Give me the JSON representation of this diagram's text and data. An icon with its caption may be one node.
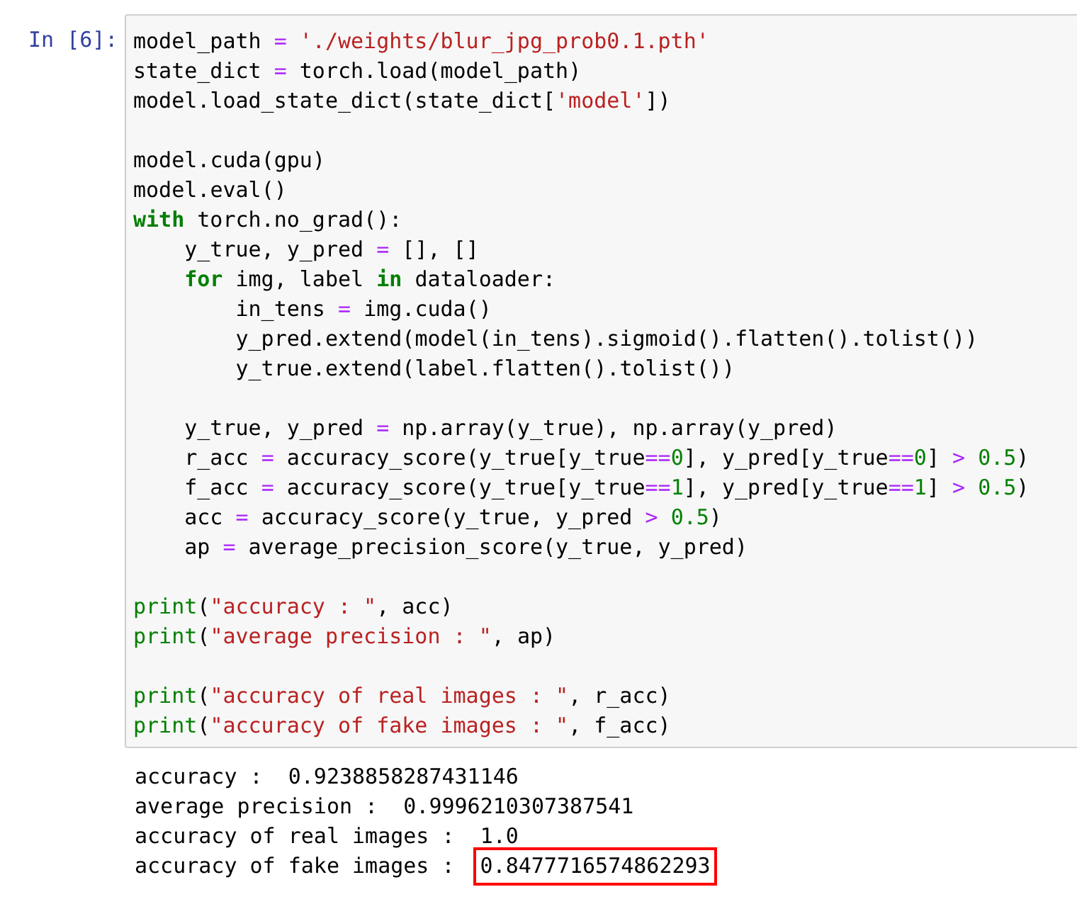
{
  "diagram": {
    "nodes": [
      {
        "text": [
          "model_path = './weights/blur_jpg_prob0.1.pth'",
          "state_dict = torch.load(model_path)",
          "model.load_state_dict(state_dict['model'])",
          "model.cuda(gpu)",
          "model.eval()",
          "with torch.no_grad():",
          "    y_true, y_pred = [], []",
          "    for img, label in dataloader:",
          "        in_tens = img.cuda()",
          "        y_pred.extend(model(in_tens).sigmoid().flatten().tolist())",
          "        y_true.extend(label.flatten().tolist())",
          "    y_true, y_pred = np.array(y_true), np.array(y_pred)",
          "    r_acc = accuracy_score(y_true[y_true==0], y_pred[y_true==0] > 0.5)",
          "    f_acc = accuracy_score(y_true[y_true==1], y_pred[y_true==1] > 0.5)",
          "    acc = accuracy_score(y_true, y_pred > 0.5)",
          "    ap = average_precision_score(y_true, y_pred)",
          "print(\"accuracy : \", acc)",
          "print(\"average precision : \", ap)",
          "print(\"accuracy of real images : \", r_acc)",
          "print(\"accuracy of fake images : \", f_acc)"
        ]
      },
      {
        "text": [
          "0.8477716574862293"
        ]
      }
    ],
    "labels": [
      "In [6]:",
      "accuracy :  0.9238858287431146",
      "average precision :  0.9996210307387541",
      "accuracy of real images :  1.0",
      "accuracy of fake images :"
    ]
  }
}
